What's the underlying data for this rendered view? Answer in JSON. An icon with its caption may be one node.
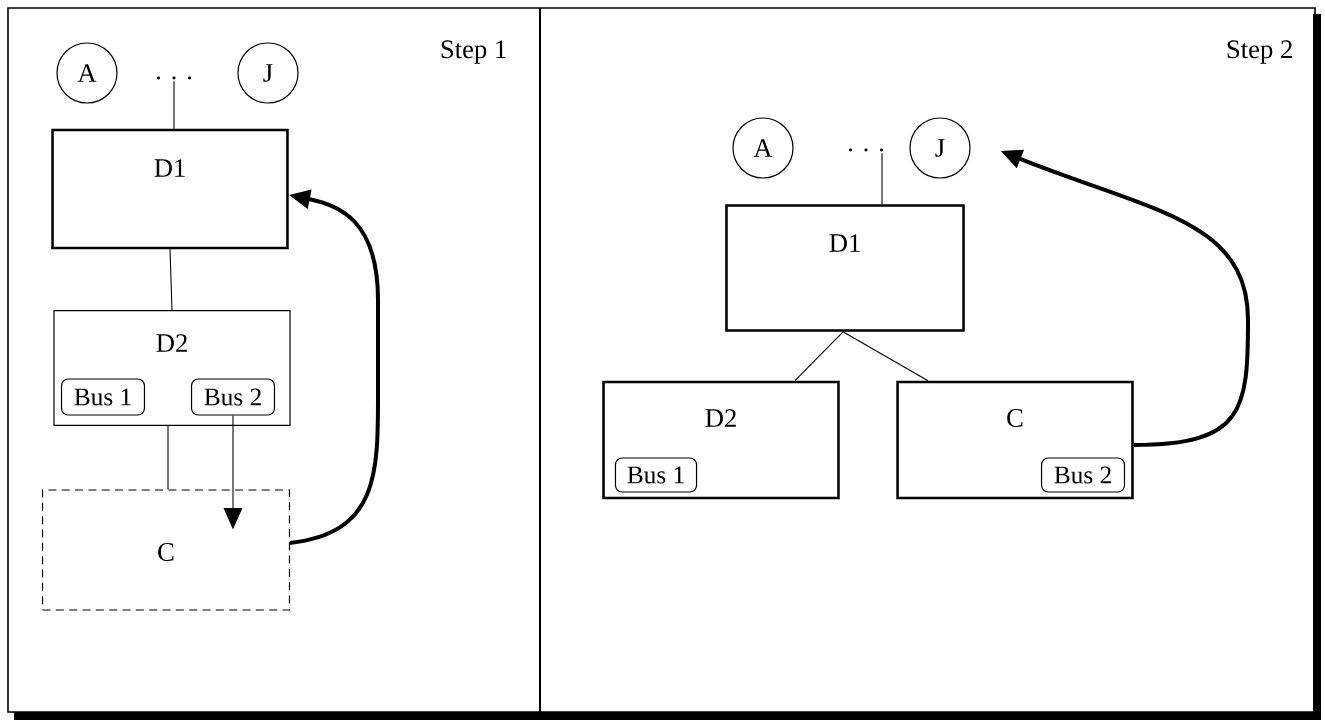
{
  "diagram": {
    "nodes": [
      {
        "text": [
          "A"
        ]
      },
      {
        "text": [
          ". . ."
        ]
      },
      {
        "text": [
          "J"
        ]
      },
      {
        "text": [
          "D1"
        ]
      },
      {
        "text": [
          "D2"
        ]
      },
      {
        "text": [
          "Bus 1"
        ],
        "in": 4
      },
      {
        "text": [
          "Bus 2"
        ],
        "in": 4
      },
      {
        "text": [
          "C"
        ]
      },
      {
        "text": [
          "A"
        ]
      },
      {
        "text": [
          ". . ."
        ]
      },
      {
        "text": [
          "J"
        ]
      },
      {
        "text": [
          "D1"
        ]
      },
      {
        "text": [
          "D2"
        ]
      },
      {
        "text": [
          "Bus 1"
        ],
        "in": 12
      },
      {
        "text": [
          "C"
        ]
      },
      {
        "text": [
          "Bus 2"
        ],
        "in": 14
      }
    ],
    "edges": [
      {
        "from": 1,
        "to": 3,
        "arrow": "none"
      },
      {
        "from": 3,
        "to": 4,
        "arrow": "none"
      },
      {
        "from": 4,
        "to": 7,
        "arrow": "none"
      },
      {
        "from": 6,
        "to": 7,
        "arrow": "to"
      },
      {
        "from": 7,
        "to": 3,
        "arrow": "to",
        "style": "thick"
      },
      {
        "from": 9,
        "to": 11,
        "arrow": "none"
      },
      {
        "from": 11,
        "to": 12,
        "arrow": "none"
      },
      {
        "from": 11,
        "to": 14,
        "arrow": "none"
      },
      {
        "from": 14,
        "to": 10,
        "arrow": "to",
        "style": "thick"
      }
    ],
    "labels": [
      "Step 1",
      "Step 2"
    ]
  }
}
